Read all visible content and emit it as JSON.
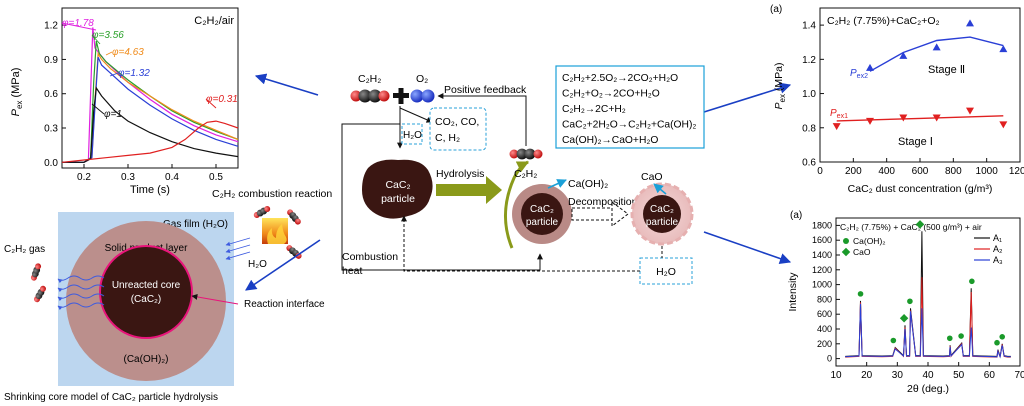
{
  "pressure_chart": {
    "title": "C₂H₂/air",
    "xlabel": "Time (s)",
    "ylabel_main": "P",
    "ylabel_sub": "ex",
    "ylabel_unit": " (MPa)",
    "xticks": [
      "0.2",
      "0.3",
      "0.4",
      "0.5"
    ],
    "yticks": [
      "0.0",
      "0.3",
      "0.6",
      "0.9",
      "1.2"
    ],
    "curve_labels": [
      "φ=1.78",
      "φ=3.56",
      "φ=4.63",
      "φ=1.32",
      "φ=1",
      "φ=0.31"
    ],
    "colors": [
      "#e020e0",
      "#2aa02a",
      "#f08c1c",
      "#2a3fd6",
      "#111111",
      "#e02020"
    ]
  },
  "center": {
    "c2h2": "C₂H₂",
    "o2": "O₂",
    "positive_feedback": "Positive feedback",
    "h2o_box": "H₂O",
    "products_line1": "CO₂, CO,",
    "products_line2": "C, H₂",
    "particle_line1": "CaC₂",
    "particle_line2": "particle",
    "hydrolysis": "Hydrolysis",
    "c2h2_small": "C₂H₂",
    "caoh2": "Ca(OH)₂",
    "cao": "CaO",
    "decomposition": "Decomposition",
    "combustion_heat_line1": "Combustion",
    "combustion_heat_line2": "heat",
    "h2o_bottom": "H₂O",
    "combustion_reaction": "C₂H₂ combustion reaction"
  },
  "reactions": [
    "C₂H₂+2.5O₂→2CO₂+H₂O",
    "C₂H₂+O₂→2CO+H₂O",
    "C₂H₂→2C+H₂",
    "CaC₂+2H₂O→C₂H₂+Ca(OH)₂",
    "Ca(OH)₂→CaO+H₂O"
  ],
  "core_model": {
    "gas_film": "Gas film (H₂O)",
    "solid_layer": "Solid product layer",
    "core_line1": "Unreacted core",
    "core_line2": "(CaC₂)",
    "caoh2": "(Ca(OH)₂)",
    "c2h2_gas": "C₂H₂ gas",
    "h2o": "H₂O",
    "reaction_interface": "Reaction interface",
    "caption": "Shrinking core model of CaC₂ particle hydrolysis"
  },
  "dust_chart": {
    "panel": "(a)",
    "title": "C₂H₂ (7.75%)+CaC₂+O₂",
    "xlabel": "CaC₂ dust concentration (g/m³)",
    "ylabel_main": "P",
    "ylabel_sub": "ex",
    "ylabel_unit": " (MPa)",
    "stage1": "Stage Ⅰ",
    "stage2": "Stage Ⅱ",
    "label_pex1": "P",
    "label_pex1_sub": "ex1",
    "label_pex2": "P",
    "label_pex2_sub": "ex2",
    "xticks": [
      "0",
      "200",
      "400",
      "600",
      "800",
      "1000",
      "1200"
    ],
    "yticks": [
      "0.6",
      "0.8",
      "1.0",
      "1.2",
      "1.4"
    ],
    "colors": {
      "stage2": "#2a3fd6",
      "stage1": "#e02020"
    }
  },
  "xrd_chart": {
    "panel": "(a)",
    "title": "C₂H₂ (7.75%) + CaC₂ (500 g/m³) + air",
    "xlabel": "2θ (deg.)",
    "ylabel": "Intensity",
    "legend_caoh2": "Ca(OH)₂",
    "legend_cao": "CaO",
    "series": [
      "A₁",
      "A₂",
      "A₃"
    ],
    "series_colors": [
      "#111111",
      "#e02020",
      "#2a3fd6"
    ],
    "xticks": [
      "10",
      "20",
      "30",
      "40",
      "50",
      "60",
      "70"
    ],
    "yticks": [
      "0",
      "200",
      "400",
      "600",
      "800",
      "1000",
      "1200",
      "1400",
      "1600",
      "1800"
    ],
    "marker_color": "#1a9a2a"
  },
  "chart_data": [
    {
      "type": "line",
      "title": "C₂H₂/air",
      "xlabel": "Time (s)",
      "ylabel": "Pex (MPa)",
      "xlim": [
        0.15,
        0.55
      ],
      "ylim": [
        -0.05,
        1.35
      ],
      "series": [
        {
          "name": "φ=1.78",
          "x": [
            0.15,
            0.2,
            0.21,
            0.215,
            0.22,
            0.225,
            0.25,
            0.3,
            0.35,
            0.4,
            0.45,
            0.5,
            0.55
          ],
          "y": [
            0,
            0,
            0.02,
            0.6,
            1.18,
            1.0,
            0.88,
            0.7,
            0.55,
            0.42,
            0.32,
            0.24,
            0.18
          ]
        },
        {
          "name": "φ=3.56",
          "x": [
            0.15,
            0.2,
            0.215,
            0.222,
            0.228,
            0.235,
            0.25,
            0.3,
            0.35,
            0.4,
            0.45,
            0.5,
            0.55
          ],
          "y": [
            0,
            0,
            0.04,
            0.7,
            1.06,
            0.95,
            0.88,
            0.72,
            0.58,
            0.45,
            0.35,
            0.27,
            0.2
          ]
        },
        {
          "name": "φ=4.63",
          "x": [
            0.15,
            0.2,
            0.218,
            0.226,
            0.232,
            0.24,
            0.26,
            0.3,
            0.35,
            0.4,
            0.45,
            0.5,
            0.55
          ],
          "y": [
            0,
            0,
            0.04,
            0.6,
            0.95,
            0.9,
            0.82,
            0.7,
            0.58,
            0.46,
            0.36,
            0.28,
            0.2
          ]
        },
        {
          "name": "φ=1.32",
          "x": [
            0.15,
            0.2,
            0.218,
            0.226,
            0.232,
            0.24,
            0.26,
            0.3,
            0.35,
            0.4,
            0.45,
            0.5,
            0.55
          ],
          "y": [
            0,
            0,
            0.04,
            0.55,
            0.92,
            0.85,
            0.78,
            0.64,
            0.5,
            0.38,
            0.28,
            0.2,
            0.14
          ]
        },
        {
          "name": "φ=1",
          "x": [
            0.15,
            0.2,
            0.215,
            0.222,
            0.228,
            0.24,
            0.27,
            0.3,
            0.35,
            0.4,
            0.45,
            0.5,
            0.55
          ],
          "y": [
            0,
            0,
            0.03,
            0.45,
            0.65,
            0.58,
            0.45,
            0.36,
            0.26,
            0.18,
            0.12,
            0.08,
            0.05
          ]
        },
        {
          "name": "φ=0.31",
          "x": [
            0.15,
            0.2,
            0.25,
            0.3,
            0.35,
            0.4,
            0.43,
            0.46,
            0.48,
            0.5,
            0.52,
            0.55
          ],
          "y": [
            0,
            0.02,
            0.04,
            0.06,
            0.08,
            0.13,
            0.2,
            0.3,
            0.35,
            0.36,
            0.34,
            0.3
          ]
        }
      ]
    },
    {
      "type": "scatter",
      "title": "C₂H₂ (7.75%)+CaC₂+O₂",
      "xlabel": "CaC₂ dust concentration (g/m³)",
      "ylabel": "Pex (MPa)",
      "xlim": [
        0,
        1200
      ],
      "ylim": [
        0.6,
        1.5
      ],
      "series": [
        {
          "name": "Pex2",
          "x": [
            300,
            500,
            700,
            900,
            1100
          ],
          "y": [
            1.15,
            1.22,
            1.27,
            1.41,
            1.26
          ]
        },
        {
          "name": "Pex1",
          "x": [
            100,
            300,
            500,
            700,
            900,
            1100
          ],
          "y": [
            0.81,
            0.84,
            0.86,
            0.86,
            0.9,
            0.82
          ]
        }
      ],
      "fits": [
        {
          "name": "Stage Ⅱ",
          "x": [
            300,
            500,
            700,
            900,
            1100
          ],
          "y": [
            1.13,
            1.24,
            1.31,
            1.33,
            1.28
          ]
        },
        {
          "name": "Stage Ⅰ",
          "x": [
            100,
            600,
            1100
          ],
          "y": [
            0.84,
            0.855,
            0.87
          ]
        }
      ]
    },
    {
      "type": "line",
      "title": "C₂H₂ (7.75%) + CaC₂ (500 g/m³) + air",
      "xlabel": "2θ (deg.)",
      "ylabel": "Intensity",
      "xlim": [
        10,
        70
      ],
      "ylim": [
        -100,
        1900
      ],
      "series": [
        {
          "name": "A₁",
          "x": [
            13,
            17.5,
            18,
            18.5,
            25,
            28.5,
            29.3,
            32,
            32.5,
            33,
            34,
            34.3,
            36,
            37.5,
            38,
            38.5,
            45,
            47,
            47.2,
            47.5,
            50.8,
            51,
            51.5,
            53.5,
            54.1,
            54.6,
            58,
            62.5,
            62.8,
            63.5,
            64.2,
            64.8,
            66,
            67
          ],
          "y": [
            30,
            40,
            780,
            40,
            35,
            40,
            150,
            40,
            450,
            40,
            40,
            680,
            40,
            40,
            1720,
            40,
            35,
            40,
            180,
            40,
            200,
            210,
            40,
            40,
            950,
            40,
            35,
            30,
            120,
            30,
            200,
            40,
            30,
            30
          ]
        },
        {
          "name": "A₂",
          "x": [
            13,
            17.5,
            18,
            18.5,
            25,
            28.5,
            29.3,
            32,
            32.5,
            33,
            34,
            34.3,
            36,
            37.5,
            38,
            38.5,
            45,
            47,
            47.2,
            47.5,
            50.8,
            51,
            51.5,
            53.5,
            54.1,
            54.6,
            58,
            62.5,
            62.8,
            63.5,
            64.2,
            64.8,
            66,
            67
          ],
          "y": [
            20,
            30,
            760,
            30,
            25,
            30,
            140,
            30,
            420,
            30,
            30,
            650,
            30,
            30,
            1100,
            30,
            25,
            30,
            170,
            30,
            190,
            200,
            30,
            30,
            900,
            30,
            25,
            20,
            110,
            20,
            190,
            30,
            20,
            20
          ]
        },
        {
          "name": "A₃",
          "x": [
            13,
            17.5,
            18,
            18.5,
            25,
            28.5,
            29.3,
            32,
            32.5,
            33,
            34,
            34.3,
            36,
            37.5,
            38,
            38.5,
            45,
            47,
            47.2,
            47.5,
            50.8,
            51,
            51.5,
            53.5,
            54.1,
            54.6,
            58,
            62.5,
            62.8,
            63.5,
            64.2,
            64.8,
            66,
            67
          ],
          "y": [
            25,
            35,
            740,
            35,
            30,
            35,
            130,
            35,
            400,
            35,
            35,
            640,
            35,
            35,
            680,
            35,
            30,
            35,
            160,
            35,
            180,
            190,
            35,
            35,
            420,
            35,
            30,
            25,
            100,
            25,
            180,
            35,
            25,
            25
          ]
        }
      ],
      "markers": [
        {
          "name": "Ca(OH)₂",
          "x": [
            18,
            28.7,
            34.1,
            47.1,
            50.8,
            54.3,
            62.5,
            64.2
          ]
        },
        {
          "name": "CaO",
          "x": [
            32.2,
            37.4
          ]
        }
      ]
    }
  ]
}
